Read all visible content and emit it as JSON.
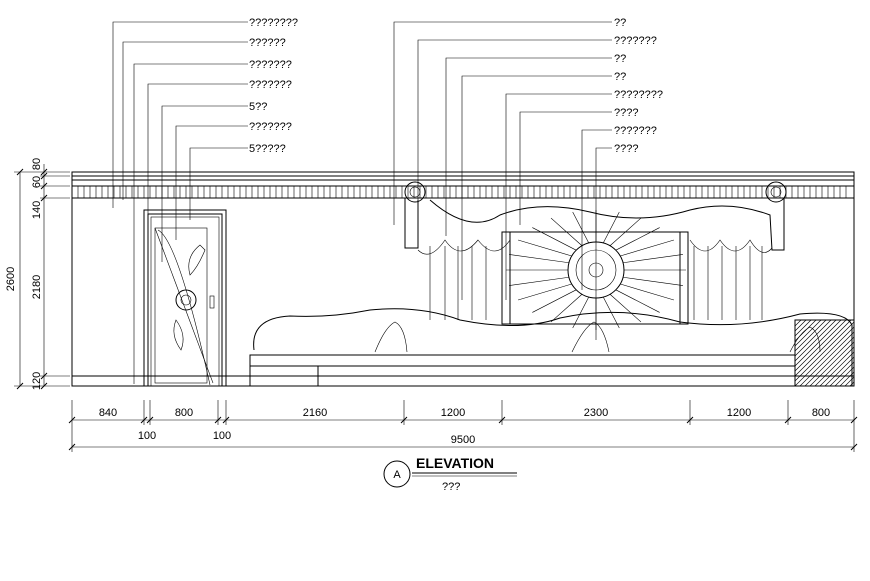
{
  "callouts_left": [
    "????????",
    "??????",
    "???????",
    "???????",
    "5??",
    "???????",
    "5?????"
  ],
  "callouts_right": [
    "??",
    "???????",
    "??",
    "??",
    "????????",
    "????",
    "???????",
    "????"
  ],
  "vertical_dims": {
    "total": "2600",
    "segments": [
      "80",
      "60",
      "140",
      "2180",
      "120"
    ]
  },
  "horizontal_dims": {
    "top_row": [
      "840",
      "800",
      "2160",
      "1200",
      "2300",
      "1200",
      "800"
    ],
    "bottom_row": [
      "100",
      "100"
    ],
    "total": "9500"
  },
  "title_block": {
    "marker": "A",
    "title": "ELEVATION",
    "subtitle": "???"
  }
}
